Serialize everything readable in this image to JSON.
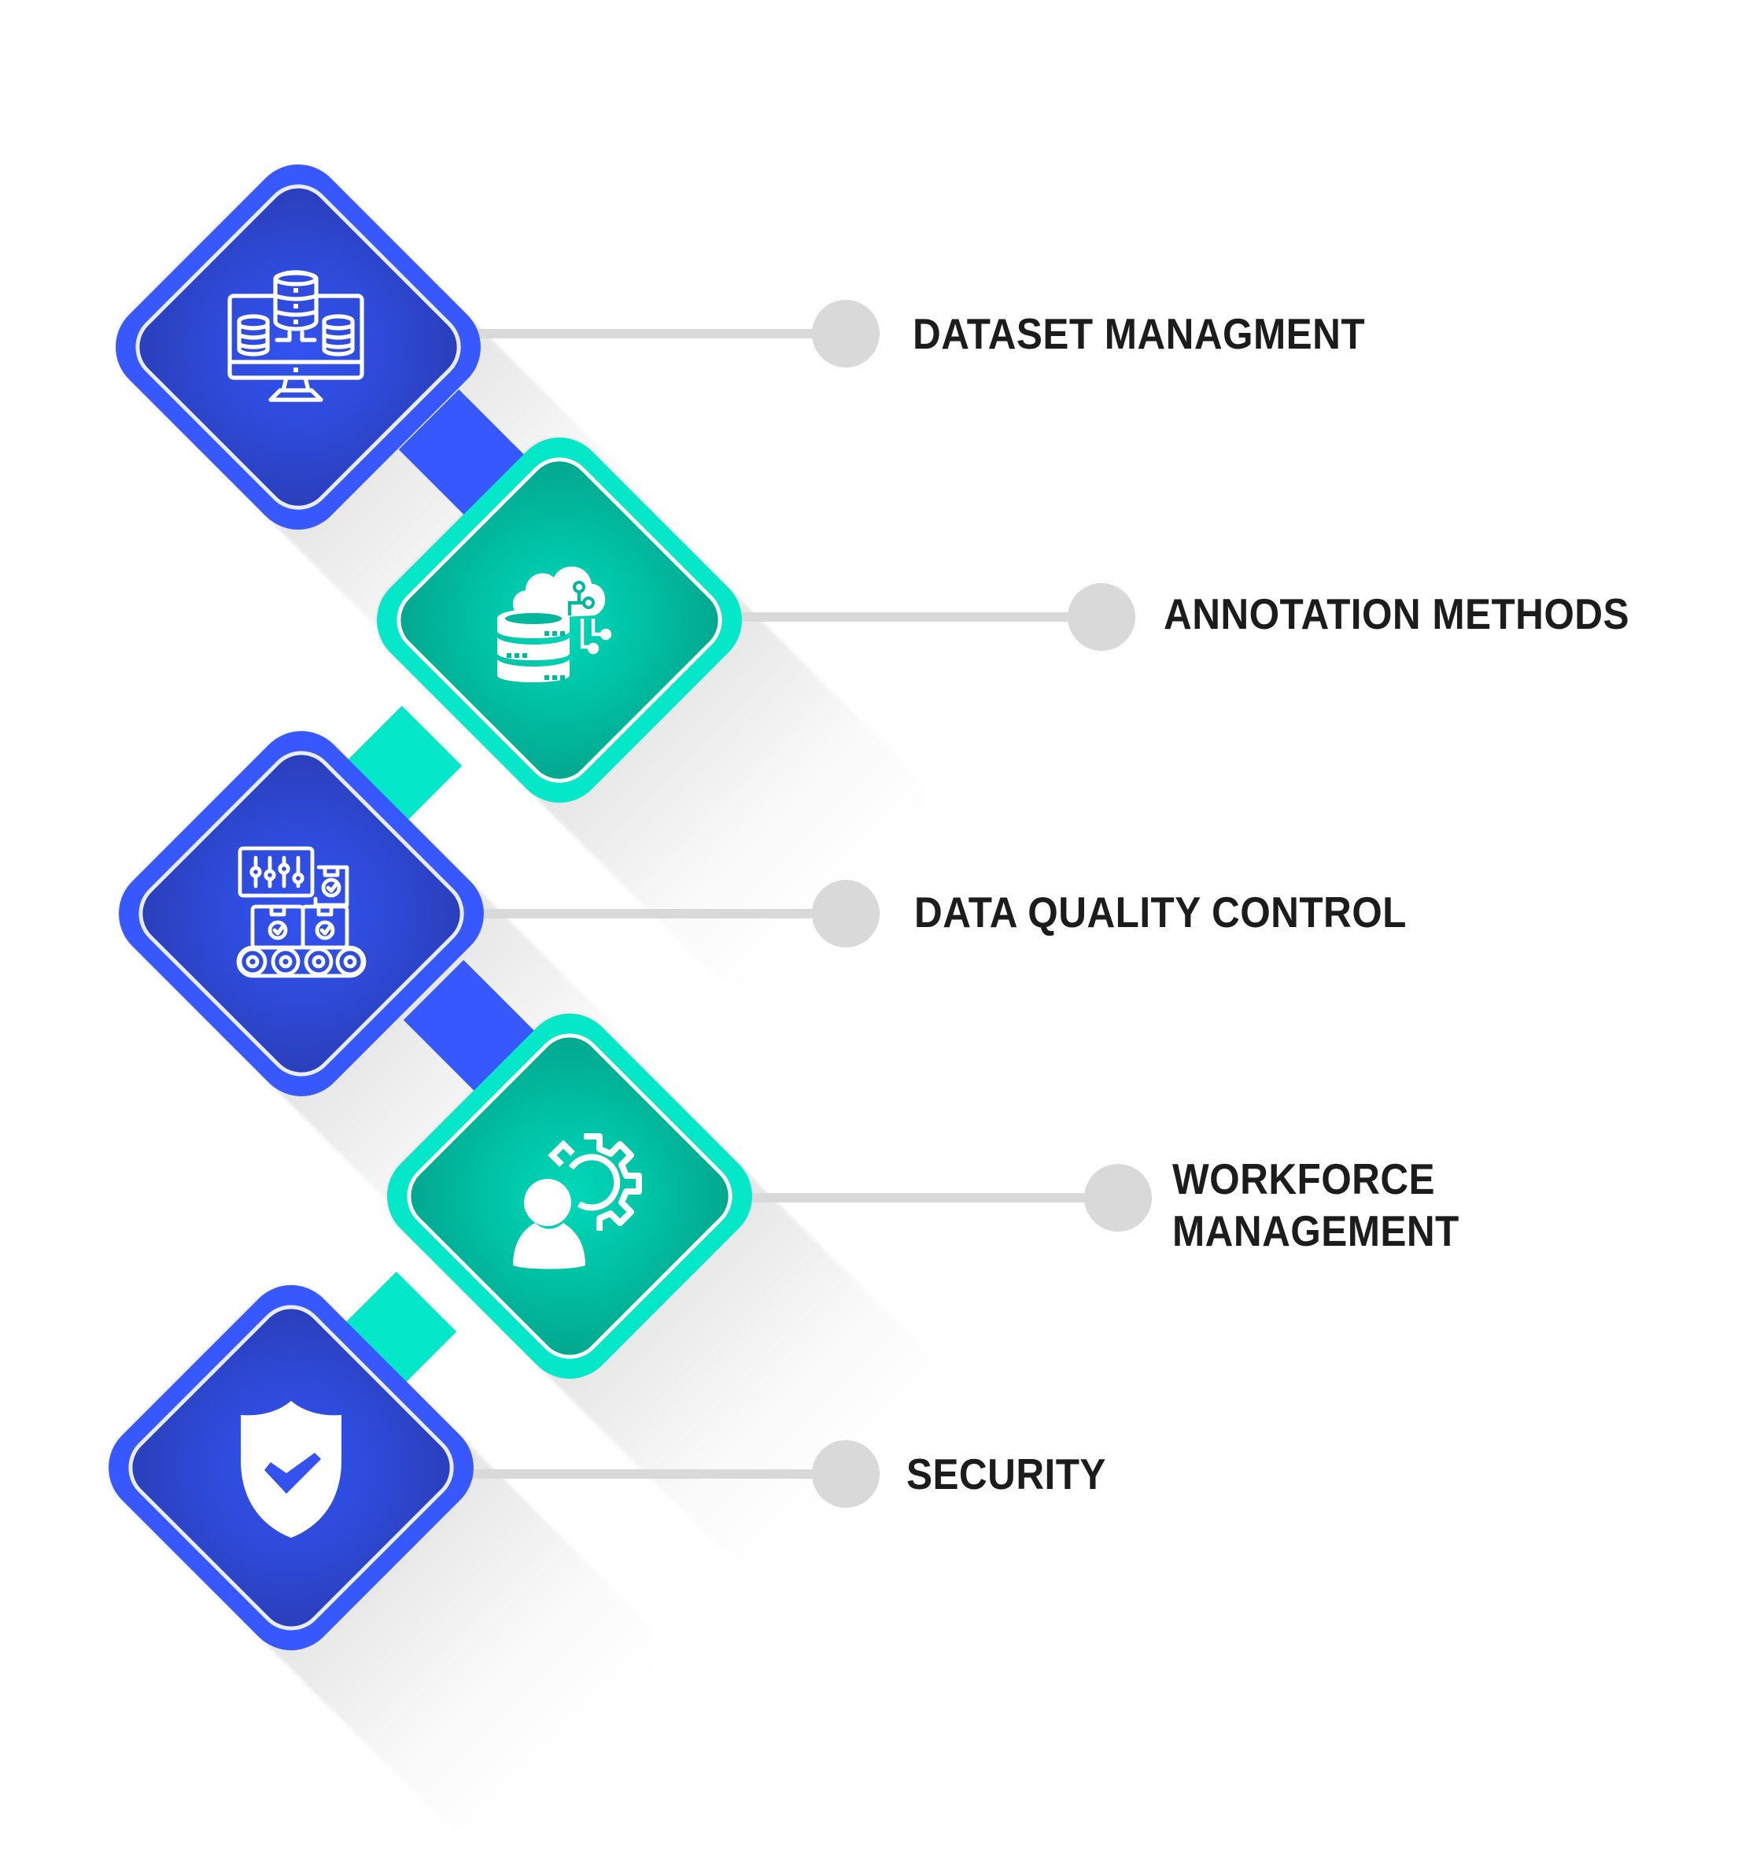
{
  "diagram": {
    "steps": [
      {
        "label": "DATASET MANAGMENT",
        "icon": "database-monitor-icon",
        "theme": "blue"
      },
      {
        "label": "ANNOTATION METHODS",
        "icon": "cloud-database-network-icon",
        "theme": "teal"
      },
      {
        "label": "DATA QUALITY CONTROL",
        "icon": "conveyor-quality-check-icon",
        "theme": "blue"
      },
      {
        "label_lines": [
          "WORKFORCE",
          "MANAGEMENT"
        ],
        "icon": "person-gear-icon",
        "theme": "teal"
      },
      {
        "label": "SECURITY",
        "icon": "shield-check-icon",
        "theme": "blue"
      }
    ]
  },
  "colors": {
    "blue_outer": "#3858FF",
    "blue_inner": "#2A3DB6",
    "teal_outer": "#04E7C8",
    "teal_inner": "#02A48B",
    "leader_gray": "#D9D9D9",
    "text": "#1C1C1C"
  }
}
